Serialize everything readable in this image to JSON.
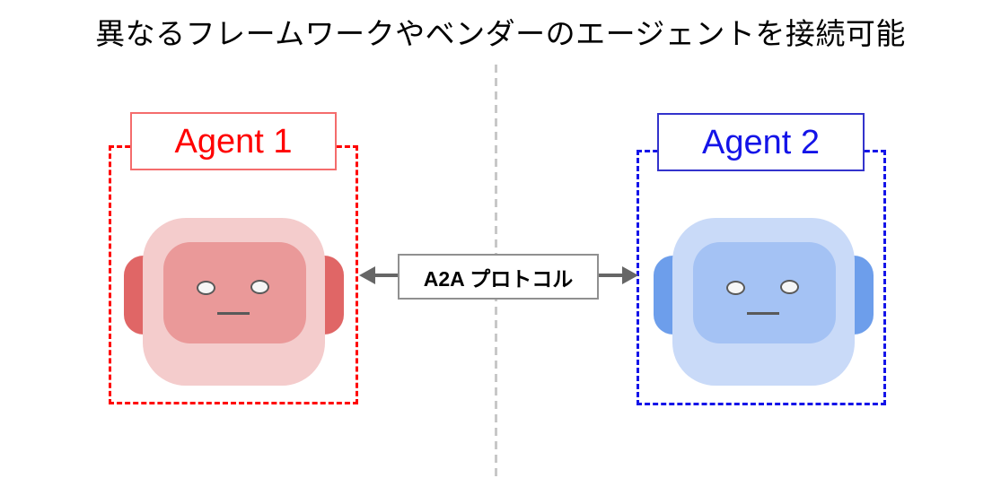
{
  "title": "異なるフレームワークやベンダーのエージェントを接続可能",
  "agents": [
    {
      "label": "Agent 1",
      "accent": "#ff0000"
    },
    {
      "label": "Agent 2",
      "accent": "#1414e8"
    }
  ],
  "protocol": {
    "label": "A2A プロトコル"
  },
  "icons": {
    "agent1_robot": "robot-head-icon",
    "agent2_robot": "robot-head-icon",
    "left_arrow": "arrow-left-icon",
    "right_arrow": "arrow-right-icon",
    "divider": "vertical-dashed-divider"
  },
  "colors": {
    "title_text": "#000000",
    "agent1_accent": "#ff0000",
    "agent1_border": "#f46c6c",
    "agent1_head": "#f4cccc",
    "agent1_face": "#ea9999",
    "agent1_ear": "#e06666",
    "agent2_accent": "#1414e8",
    "agent2_border": "#3333cc",
    "agent2_head": "#c9daf8",
    "agent2_face": "#a4c2f4",
    "agent2_ear": "#6d9eeb",
    "robot_eye": "#f6f6f6",
    "robot_feature": "#595959",
    "arrow": "#666666",
    "divider": "#c8c8c8",
    "protocol_border": "#909090"
  }
}
